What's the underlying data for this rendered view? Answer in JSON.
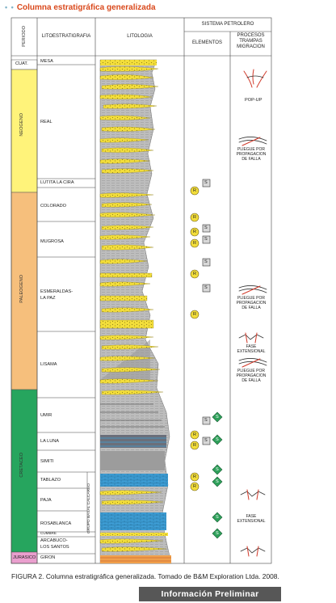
{
  "figure_title": "Columna estratigráfica generalizada",
  "headers": {
    "periodo": "PERIODO",
    "litoestratigrafia": "LITOESTRATIGRAFIA",
    "litologia": "LITOLOGIA",
    "sistema_petrolero": "SISTEMA PETROLERO",
    "elementos": "ELEMENTOS",
    "procesos_l1": "PROCESOS",
    "procesos_l2": "TRAMPAS",
    "procesos_l3": "MIGRACION"
  },
  "periods": [
    {
      "label": "CUAT.",
      "color": "#ffffff"
    },
    {
      "label": "NEOGENO",
      "color": "#fff37a"
    },
    {
      "label": "PALEOGENO",
      "color": "#f6bf7c"
    },
    {
      "label": "CRETACEO",
      "color": "#26a55e"
    },
    {
      "label": "JURASICO",
      "color": "#ea9fce"
    }
  ],
  "formations": [
    {
      "label": "MESA"
    },
    {
      "label": "REAL"
    },
    {
      "label": "LUTITA LA CIRA"
    },
    {
      "label": "COLORADO"
    },
    {
      "label": "MUGROSA"
    },
    {
      "label": "ESMERALDAS-"
    },
    {
      "label": "LA PAZ"
    },
    {
      "label": "LISAMA"
    },
    {
      "label": "UMIR"
    },
    {
      "label": "LA LUNA"
    },
    {
      "label": "SIMITI"
    },
    {
      "label": "TABLAZO"
    },
    {
      "label": "PAJA"
    },
    {
      "label": "ROSABLANCA"
    },
    {
      "label": "CUMBRE"
    },
    {
      "label": "ARCABUCO-"
    },
    {
      "label": "LOS SANTOS"
    },
    {
      "label": "GIRON"
    }
  ],
  "group_label": "GRUPO BASAL CALCAREO",
  "element_symbols": {
    "reservoir": "R",
    "seal": "S",
    "source": "S"
  },
  "process_labels": {
    "popup": "POP-UP",
    "pliegue1_l1": "PLIEGUE POR",
    "pliegue1_l2": "PROPAGACION",
    "pliegue1_l3": "DE FALLA",
    "pliegue2_l1": "PLIEGUE POR",
    "pliegue2_l2": "PROPAGACION",
    "pliegue2_l3": "DE FALLA",
    "fase1_l1": "FASE",
    "fase1_l2": "EXTENSIONAL",
    "pliegue3_l1": "PLIEGUE POR",
    "pliegue3_l2": "PROPAGACION",
    "pliegue3_l3": "DE FALLA",
    "fase2_l1": "FASE",
    "fase2_l2": "EXTENSIONAL"
  },
  "colors": {
    "sandstone": "#f2dd3a",
    "shale": "#b9b9b9",
    "limestone": "#3fa0d8",
    "title": "#d9481b",
    "source_rock": "#2ea05a",
    "fault": "#d13a2a"
  },
  "caption": "FIGURA 2. Columna estratigráfica generalizada. Tomado de B&M Exploration Ltda. 2008.",
  "banner": "Información Preliminar"
}
